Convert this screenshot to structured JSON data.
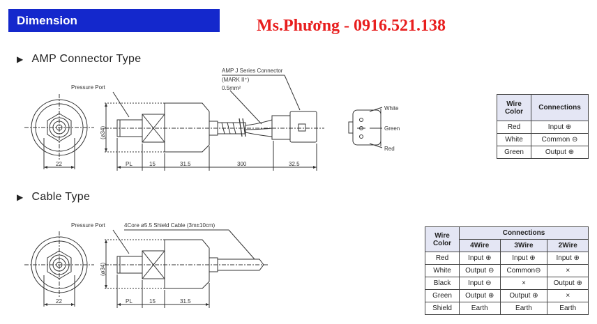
{
  "header": {
    "title": "Dimension"
  },
  "contact": "Ms.Phương - 0916.521.138",
  "amp_section": {
    "title": "AMP Connector Type",
    "labels": {
      "pressure_port": "Pressure Port",
      "connector": "AMP J Series Connector",
      "mark": "(MARK II⁺)",
      "wire_size": "0.5mm²",
      "dia": "(ø34)",
      "white": "White",
      "green": "Green",
      "red": "Red"
    },
    "dims": {
      "face": "22",
      "pl": "PL",
      "d1": "15",
      "d2": "31.5",
      "d3": "300",
      "d4": "32.5"
    },
    "table": {
      "headers": [
        "Wire Color",
        "Connections"
      ],
      "rows": [
        {
          "color": "Red",
          "conn": "Input ⊕"
        },
        {
          "color": "White",
          "conn": "Common ⊖"
        },
        {
          "color": "Green",
          "conn": "Output ⊕"
        }
      ]
    }
  },
  "cable_section": {
    "title": "Cable Type",
    "labels": {
      "pressure_port": "Pressure Port",
      "cable": "4Core ø5.5 Shield Cable (3m±10cm)",
      "dia": "(ø34)"
    },
    "dims": {
      "face": "22",
      "pl": "PL",
      "d1": "15",
      "d2": "31.5"
    },
    "table": {
      "header_wire": "Wire Color",
      "header_conn": "Connections",
      "cols": [
        "4Wire",
        "3Wire",
        "2Wire"
      ],
      "rows": [
        {
          "color": "Red",
          "w4": "Input ⊕",
          "w3": "Input ⊕",
          "w2": "Input ⊕"
        },
        {
          "color": "White",
          "w4": "Output ⊖",
          "w3": "Common⊖",
          "w2": "×"
        },
        {
          "color": "Black",
          "w4": "Input ⊖",
          "w3": "×",
          "w2": "Output ⊕"
        },
        {
          "color": "Green",
          "w4": "Output ⊕",
          "w3": "Output ⊕",
          "w2": "×"
        },
        {
          "color": "Shield",
          "w4": "Earth",
          "w3": "Earth",
          "w2": "Earth"
        }
      ]
    }
  }
}
